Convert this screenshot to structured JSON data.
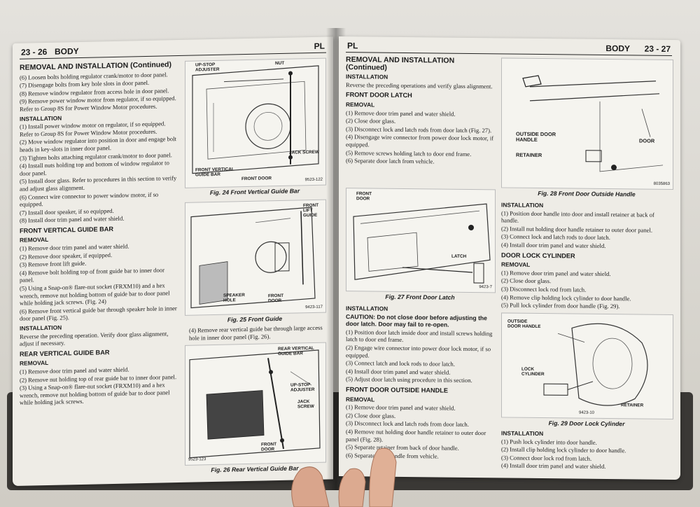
{
  "left_page": {
    "page_number": "23 - 26",
    "section": "BODY",
    "header_right": "PL",
    "title": "REMOVAL AND INSTALLATION (Continued)",
    "steps_top": [
      "(6) Loosen bolts holding regulator crank/motor to door panel.",
      "(7) Disengage bolts from key hole slots in door panel.",
      "(8) Remove window regulator from access hole in door panel.",
      "(9) Remove power window motor from regulator, if so equipped. Refer to Group 8S for Power Window Motor procedures."
    ],
    "installation_1_heading": "INSTALLATION",
    "installation_1_steps": [
      "(1) Install power window motor on regulator, if so equipped. Refer to Group 8S for Power Window Motor procedures.",
      "(2) Move window regulator into position in door and engage bolt heads in key-slots in inner door panel.",
      "(3) Tighten bolts attaching regulator crank/motor to door panel.",
      "(4) Install nuts holding top and bottom of window regulator to door panel.",
      "(5) Install door glass. Refer to procedures in this section to verify and adjust glass alignment.",
      "(6) Connect wire connector to power window motor, if so equipped.",
      "(7) Install door speaker, if so equipped.",
      "(8) Install door trim panel and water shield."
    ],
    "front_guide_heading": "FRONT VERTICAL GUIDE BAR",
    "removal_heading": "REMOVAL",
    "front_guide_removal": [
      "(1) Remove door trim panel and water shield.",
      "(2) Remove door speaker, if equipped.",
      "(3) Remove front lift guide.",
      "(4) Remove bolt holding top of front guide bar to inner door panel.",
      "(5) Using a Snap-on® flare-nut socket (FRXM10) and a hex wrench, remove nut holding bottom of guide bar to door panel while holding jack screws. (Fig. 24)",
      "(6) Remove front vertical guide bar through speaker hole in inner door panel (Fig. 25)."
    ],
    "installation_2_heading": "INSTALLATION",
    "installation_2_text": "Reverse the preceding operation. Verify door glass alignment, adjust if necessary.",
    "rear_guide_heading": "REAR VERTICAL GUIDE BAR",
    "removal_heading_2": "REMOVAL",
    "rear_guide_removal": [
      "(1) Remove door trim panel and water shield.",
      "(2) Remove nut holding top of rear guide bar to inner door panel.",
      "(3) Using a Snap-on® flare-nut socket (FRXM10) and a hex wrench, remove nut holding bottom of guide bar to door panel while holding jack screws."
    ],
    "step4_text": "(4) Remove rear vertical guide bar through large access hole in inner door panel (Fig. 26).",
    "fig24": {
      "caption": "Fig. 24 Front Vertical Guide Bar",
      "code": "9523-122",
      "labels": [
        "UP-STOP ADJUSTER",
        "NUT",
        "JACK SCREW",
        "FRONT VERTICAL GUIDE BAR",
        "FRONT DOOR"
      ]
    },
    "fig25": {
      "caption": "Fig. 25 Front Guide",
      "code": "9423-117",
      "labels": [
        "FRONT LIFT GUIDE",
        "SPEAKER HOLE",
        "FRONT DOOR"
      ]
    },
    "fig26": {
      "caption": "Fig. 26 Rear Vertical Guide Bar",
      "code": "9523-123",
      "labels": [
        "REAR VERTICAL GUIDE BAR",
        "UP-STOP ADJUSTER",
        "JACK SCREW",
        "FRONT DOOR"
      ]
    }
  },
  "right_page": {
    "page_number": "23 - 27",
    "section": "BODY",
    "header_left": "PL",
    "title": "REMOVAL AND INSTALLATION (Continued)",
    "installation_heading": "INSTALLATION",
    "installation_text": "Reverse the preceding operations and verify glass alignment.",
    "latch_heading": "FRONT DOOR LATCH",
    "removal_heading": "REMOVAL",
    "latch_removal": [
      "(1) Remove door trim panel and water shield.",
      "(2) Close door glass.",
      "(3) Disconnect lock and latch rods from door latch (Fig. 27).",
      "(4) Disengage wire connector from power door lock motor, if equipped.",
      "(5) Remove screws holding latch to door end frame.",
      "(6) Separate door latch from vehicle."
    ],
    "latch_install_heading": "INSTALLATION",
    "caution": "CAUTION: Do not close door before adjusting the door latch. Door may fail to re-open.",
    "latch_install_steps": [
      "(1) Position door latch inside door and install screws holding latch to door end frame.",
      "(2) Engage wire connector into power door lock motor, if so equipped.",
      "(3) Connect latch and lock rods to door latch.",
      "(4) Install door trim panel and water shield.",
      "(5) Adjust door latch using procedure in this section."
    ],
    "handle_heading": "FRONT DOOR OUTSIDE HANDLE",
    "removal_heading_2": "REMOVAL",
    "handle_removal": [
      "(1) Remove door trim panel and water shield.",
      "(2) Close door glass.",
      "(3) Disconnect lock and latch rods from door latch.",
      "(4) Remove nut holding door handle retainer to outer door panel (Fig. 28).",
      "(5) Separate retainer from back of door handle.",
      "(6) Separate door handle from vehicle."
    ],
    "handle_install_heading": "INSTALLATION",
    "handle_install_steps": [
      "(1) Position door handle into door and install retainer at back of handle.",
      "(2) Install nut holding door handle retainer to outer door panel.",
      "(3) Connect lock and latch rods to door latch.",
      "(4) Install door trim panel and water shield."
    ],
    "cylinder_heading": "DOOR LOCK CYLINDER",
    "removal_heading_3": "REMOVAL",
    "cylinder_removal": [
      "(1) Remove door trim panel and water shield.",
      "(2) Close door glass.",
      "(3) Disconnect lock rod from latch.",
      "(4) Remove clip holding lock cylinder to door handle.",
      "(5) Pull lock cylinder from door handle (Fig. 29)."
    ],
    "cylinder_install_heading": "INSTALLATION",
    "cylinder_install_steps": [
      "(1) Push lock cylinder into door handle.",
      "(2) Install clip holding lock cylinder to door handle.",
      "(3) Connect door lock rod from latch.",
      "(4) Install door trim panel and water shield."
    ],
    "fig27": {
      "caption": "Fig. 27 Front Door Latch",
      "code": "9423-7",
      "labels": [
        "FRONT DOOR",
        "LATCH"
      ]
    },
    "fig28": {
      "caption": "Fig. 28 Front Door Outside Handle",
      "code": "8035863",
      "labels": [
        "OUTSIDE DOOR HANDLE",
        "DOOR",
        "RETAINER"
      ]
    },
    "fig29": {
      "caption": "Fig. 29 Door Lock Cylinder",
      "code": "9423-10",
      "labels": [
        "OUTSIDE DOOR HANDLE",
        "LOCK CYLINDER",
        "RETAINER"
      ]
    }
  }
}
